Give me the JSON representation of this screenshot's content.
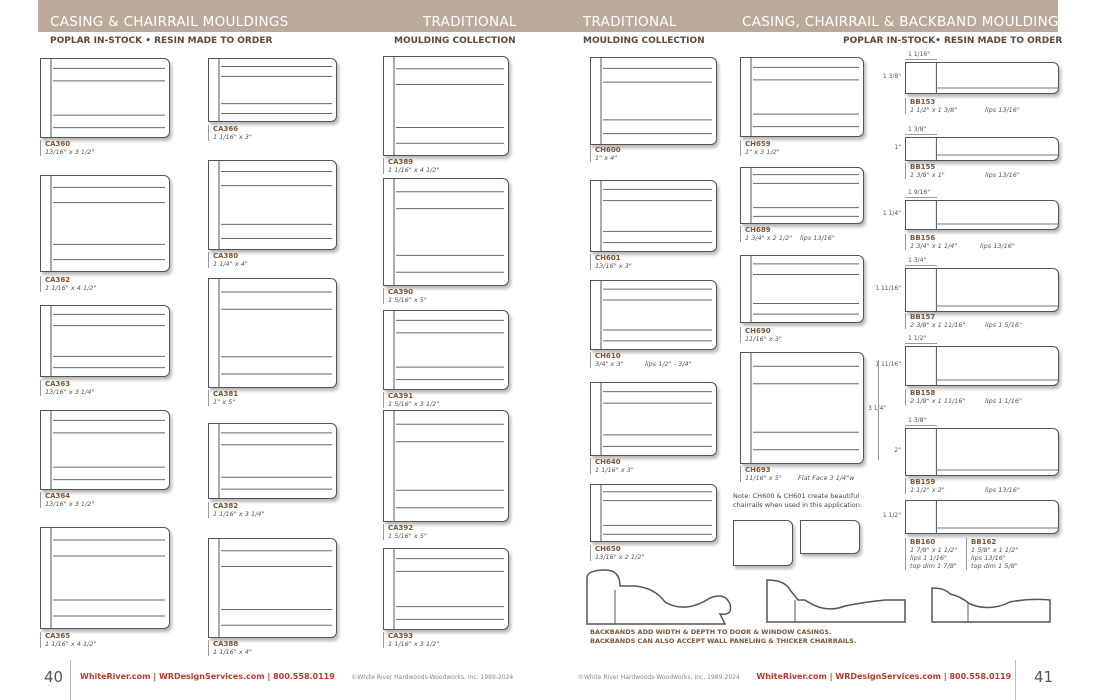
{
  "left_page": {
    "title": "CASING & CHAIRRAIL MOULDINGS",
    "subtitle": "POPLAR IN-STOCK • RESIN MADE TO ORDER",
    "collection_title": "TRADITIONAL",
    "collection_subtitle": "MOULDING COLLECTION",
    "page_number": "40",
    "footer": {
      "links": "WhiteRiver.com  |  WRDesignServices.com  |  800.558.0119",
      "copyright": "©White River Hardwoods-Woodworks, Inc.  1989-2024"
    }
  },
  "right_page": {
    "collection_title": "TRADITIONAL",
    "collection_subtitle": "MOULDING COLLECTION",
    "title": "CASING, CHAIRRAIL & BACKBAND MOULDINGS",
    "subtitle": "POPLAR IN-STOCK•  RESIN MADE TO ORDER",
    "page_number": "41",
    "footer": {
      "links": "WhiteRiver.com  |  WRDesignServices.com  |  800.558.0119",
      "copyright": "©White River Hardwoods-Woodworks, Inc.  1989-2024"
    },
    "note": "Note: CH600 & CH601 create beautiful chairrails when used in this application:",
    "caption_1": "BACKBANDS ADD WIDTH & DEPTH TO DOOR & WINDOW CASINGS.",
    "caption_2": "BACKBANDS CAN ALSO ACCEPT WALL PANELING & THICKER CHAIRRAILS.",
    "ch693_height": "3 1/4\""
  },
  "products": [
    {
      "code": "CA360",
      "size": "13/16\" x 3 1/2\""
    },
    {
      "code": "CA362",
      "size": "1 1/16\" x 4 1/2\""
    },
    {
      "code": "CA363",
      "size": "13/16\" x 3 1/4\""
    },
    {
      "code": "CA364",
      "size": "13/16\" x 3 1/2\""
    },
    {
      "code": "CA365",
      "size": "1 1/16\" x 4 1/2\""
    },
    {
      "code": "CA366",
      "size": "1 1/16\" x 3\""
    },
    {
      "code": "CA380",
      "size": "1 1/4\" x 4\""
    },
    {
      "code": "CA381",
      "size": "1\" x 5\""
    },
    {
      "code": "CA382",
      "size": "1 1/16\" x 3 1/4\""
    },
    {
      "code": "CA388",
      "size": "1 1/16\" x 4\""
    },
    {
      "code": "CA389",
      "size": "1 1/16\" x 4 1/2\""
    },
    {
      "code": "CA390",
      "size": "1 5/16\" x 5\""
    },
    {
      "code": "CA391",
      "size": "1 5/16\" x 3 1/2\""
    },
    {
      "code": "CA392",
      "size": "1 5/16\" x 5\""
    },
    {
      "code": "CA393",
      "size": "1 1/16\" x 3 1/2\""
    },
    {
      "code": "CH600",
      "size": "1\" x 4\""
    },
    {
      "code": "CH601",
      "size": "13/16\" x 3\""
    },
    {
      "code": "CH610",
      "size": "3/4\" x 3\"",
      "lips": "lips 1/2\" - 3/4\""
    },
    {
      "code": "CH640",
      "size": "1 1/16\" x 3\""
    },
    {
      "code": "CH650",
      "size": "13/16\" x 2 1/2\""
    },
    {
      "code": "CH659",
      "size": "1\" x 3 1/2\""
    },
    {
      "code": "CH689",
      "size": "1 3/4\" x 2 1/2\"",
      "lips": "lips 13/16\""
    },
    {
      "code": "CH690",
      "size": "11/16\" x 3\""
    },
    {
      "code": "CH693",
      "size": "11/16\" x 5\"",
      "lips": "Flat Face  3 1/4\"w"
    },
    {
      "code": "BB153",
      "size": "1 1/2\" x 1 3/8\"",
      "lips": "lips 13/16\"",
      "width": "1 1/16\"",
      "height": "1 3/8\""
    },
    {
      "code": "BB155",
      "size": "1 3/8\" x 1\"",
      "lips": "lips 13/16\"",
      "width": "1 3/8\"",
      "height": "1\""
    },
    {
      "code": "BB156",
      "size": "1 3/4\" x 1 1/4\"",
      "lips": "lips 13/16\"",
      "width": "1 9/16\"",
      "height": "1 1/4\""
    },
    {
      "code": "BB157",
      "size": "2 3/8\" x 1 11/16\"",
      "lips": "lips 1 5/16\"",
      "width": "1 3/4\"",
      "height": "1 11/16\""
    },
    {
      "code": "BB158",
      "size": "2 1/8\" x 1 11/16\"",
      "lips": "lips 1 1/16\"",
      "width": "1 1/2\"",
      "height": "1 11/16\""
    },
    {
      "code": "BB159",
      "size": "1 1/2\" x 2\"",
      "lips": "lips 13/16\"",
      "width": "1 3/8\"",
      "height": "2\""
    },
    {
      "code": "BB160",
      "size": "1 7/8\" x 1 1/2\"",
      "lips": "lips 1 1/16\"",
      "extra": "top dim 1 7/8\"",
      "height": "1 1/2\""
    },
    {
      "code": "BB162",
      "size": "1 5/8\" x 1 1/2\"",
      "lips": "lips 13/16\"",
      "extra": "top dim 1 5/8\""
    }
  ]
}
